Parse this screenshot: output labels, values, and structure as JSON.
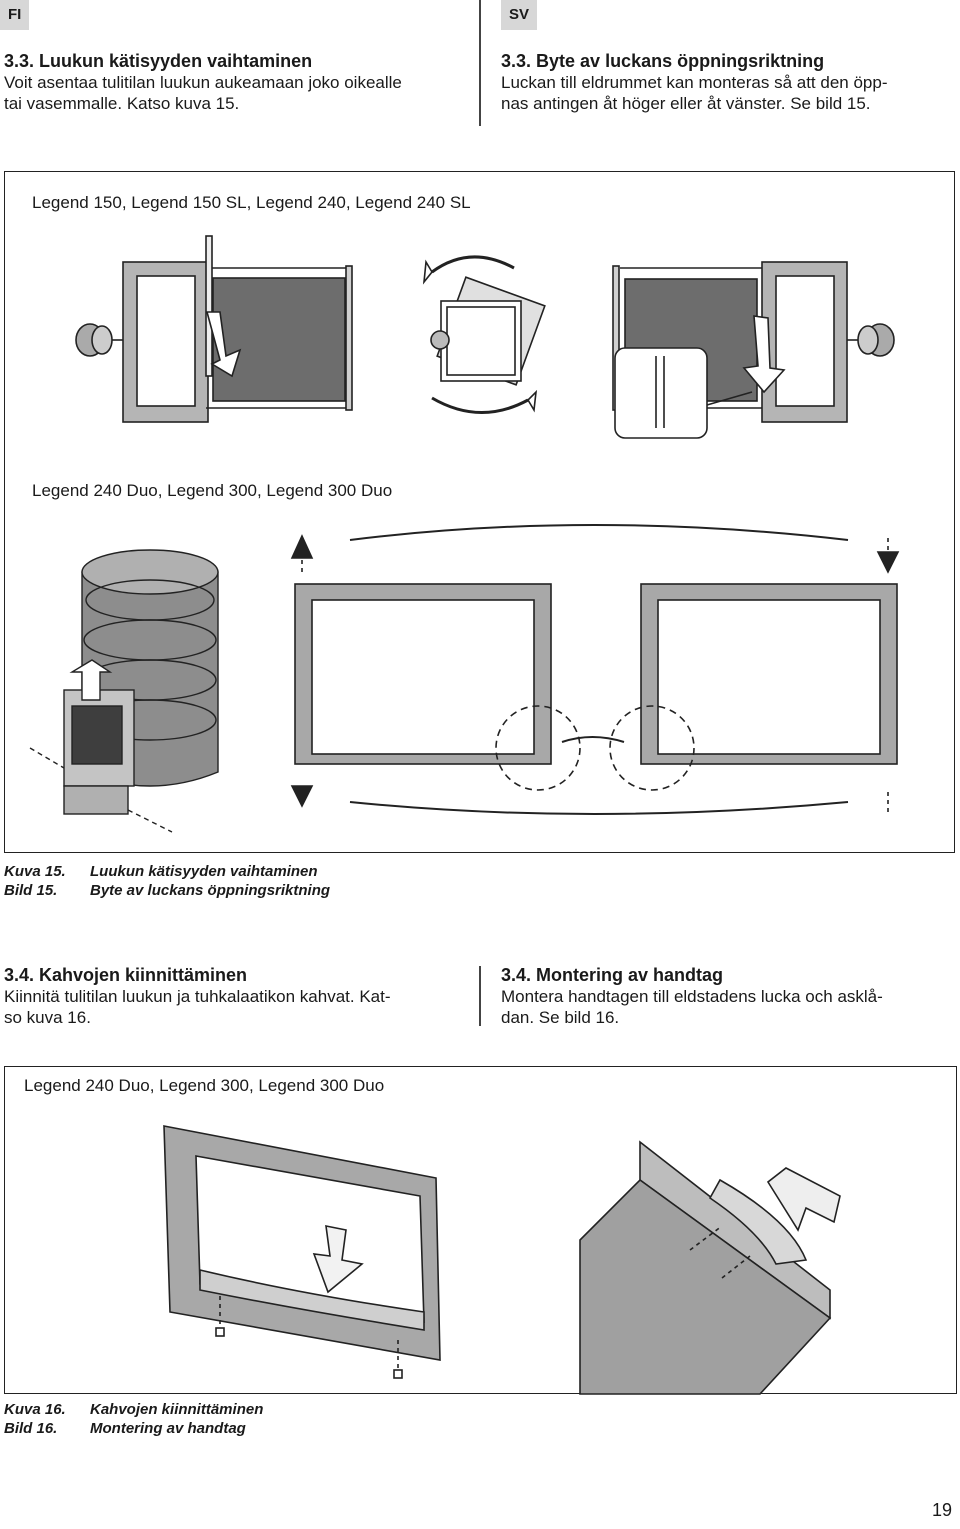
{
  "header": {
    "lang_left": "FI",
    "lang_right": "SV"
  },
  "section_33": {
    "fi": {
      "heading": "3.3. Luukun kätisyyden vaihtaminen",
      "body_1": "Voit asentaa tulitilan luukun aukeamaan joko oikealle",
      "body_2": "tai vasemmalle. Katso kuva 15."
    },
    "sv": {
      "heading": "3.3. Byte av luckans öppningsriktning",
      "body_1": "Luckan till eldrummet kan monteras så att den öpp-",
      "body_2": "nas antingen åt höger eller åt vänster. Se bild 15."
    }
  },
  "figure_15": {
    "label_top": "Legend 150, Legend 150 SL, Legend 240, Legend 240 SL",
    "label_bottom": "Legend 240 Duo, Legend 300, Legend 300 Duo",
    "caption_fi_num": "Kuva 15.",
    "caption_fi_text": "Luukun kätisyyden vaihtaminen",
    "caption_sv_num": "Bild 15.",
    "caption_sv_text": "Byte av luckans öppningsriktning"
  },
  "section_34": {
    "fi": {
      "heading": "3.4. Kahvojen kiinnittäminen",
      "body_1": "Kiinnitä tulitilan luukun ja tuhkalaatikon kahvat. Kat-",
      "body_2": "so kuva 16."
    },
    "sv": {
      "heading": "3.4. Montering av handtag",
      "body_1": "Montera handtagen till eldstadens lucka och asklå-",
      "body_2": "dan. Se bild 16."
    }
  },
  "figure_16": {
    "label": "Legend 240 Duo, Legend 300, Legend 300 Duo",
    "caption_fi_num": "Kuva 16.",
    "caption_fi_text": "Kahvojen kiinnittäminen",
    "caption_sv_num": "Bild 16.",
    "caption_sv_text": "Montering av handtag"
  },
  "page_number": "19"
}
